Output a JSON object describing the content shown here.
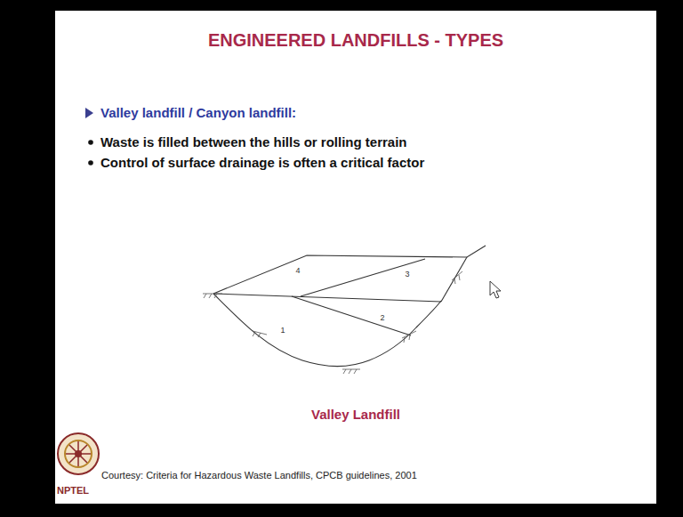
{
  "diagram": {
    "title": "ENGINEERED LANDFILLS - TYPES",
    "caption": "Valley Landfill",
    "labels": [
      "Valley landfill / Canyon landfill:",
      "Waste is filled between the hills or rolling terrain",
      "Control of surface drainage is often a critical factor",
      "4",
      "3",
      "1",
      "2",
      "Courtesy: Criteria for Hazardous Waste Landfills, CPCB guidelines, 2001",
      "NPTEL"
    ]
  }
}
